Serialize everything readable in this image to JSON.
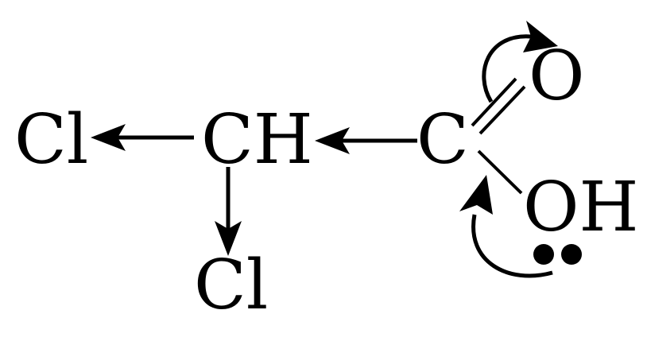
{
  "atoms": {
    "cl_left": "Cl",
    "ch": "CH",
    "cl_bottom": "Cl",
    "c_carbonyl": "C",
    "o_double": "O",
    "oh": "OH"
  },
  "colors": {
    "ink": "#000000",
    "background": "#ffffff"
  },
  "features": {
    "lone_pair_dots": 2,
    "curved_arrows": 2,
    "inductive_arrows": 3,
    "double_bond": true
  }
}
